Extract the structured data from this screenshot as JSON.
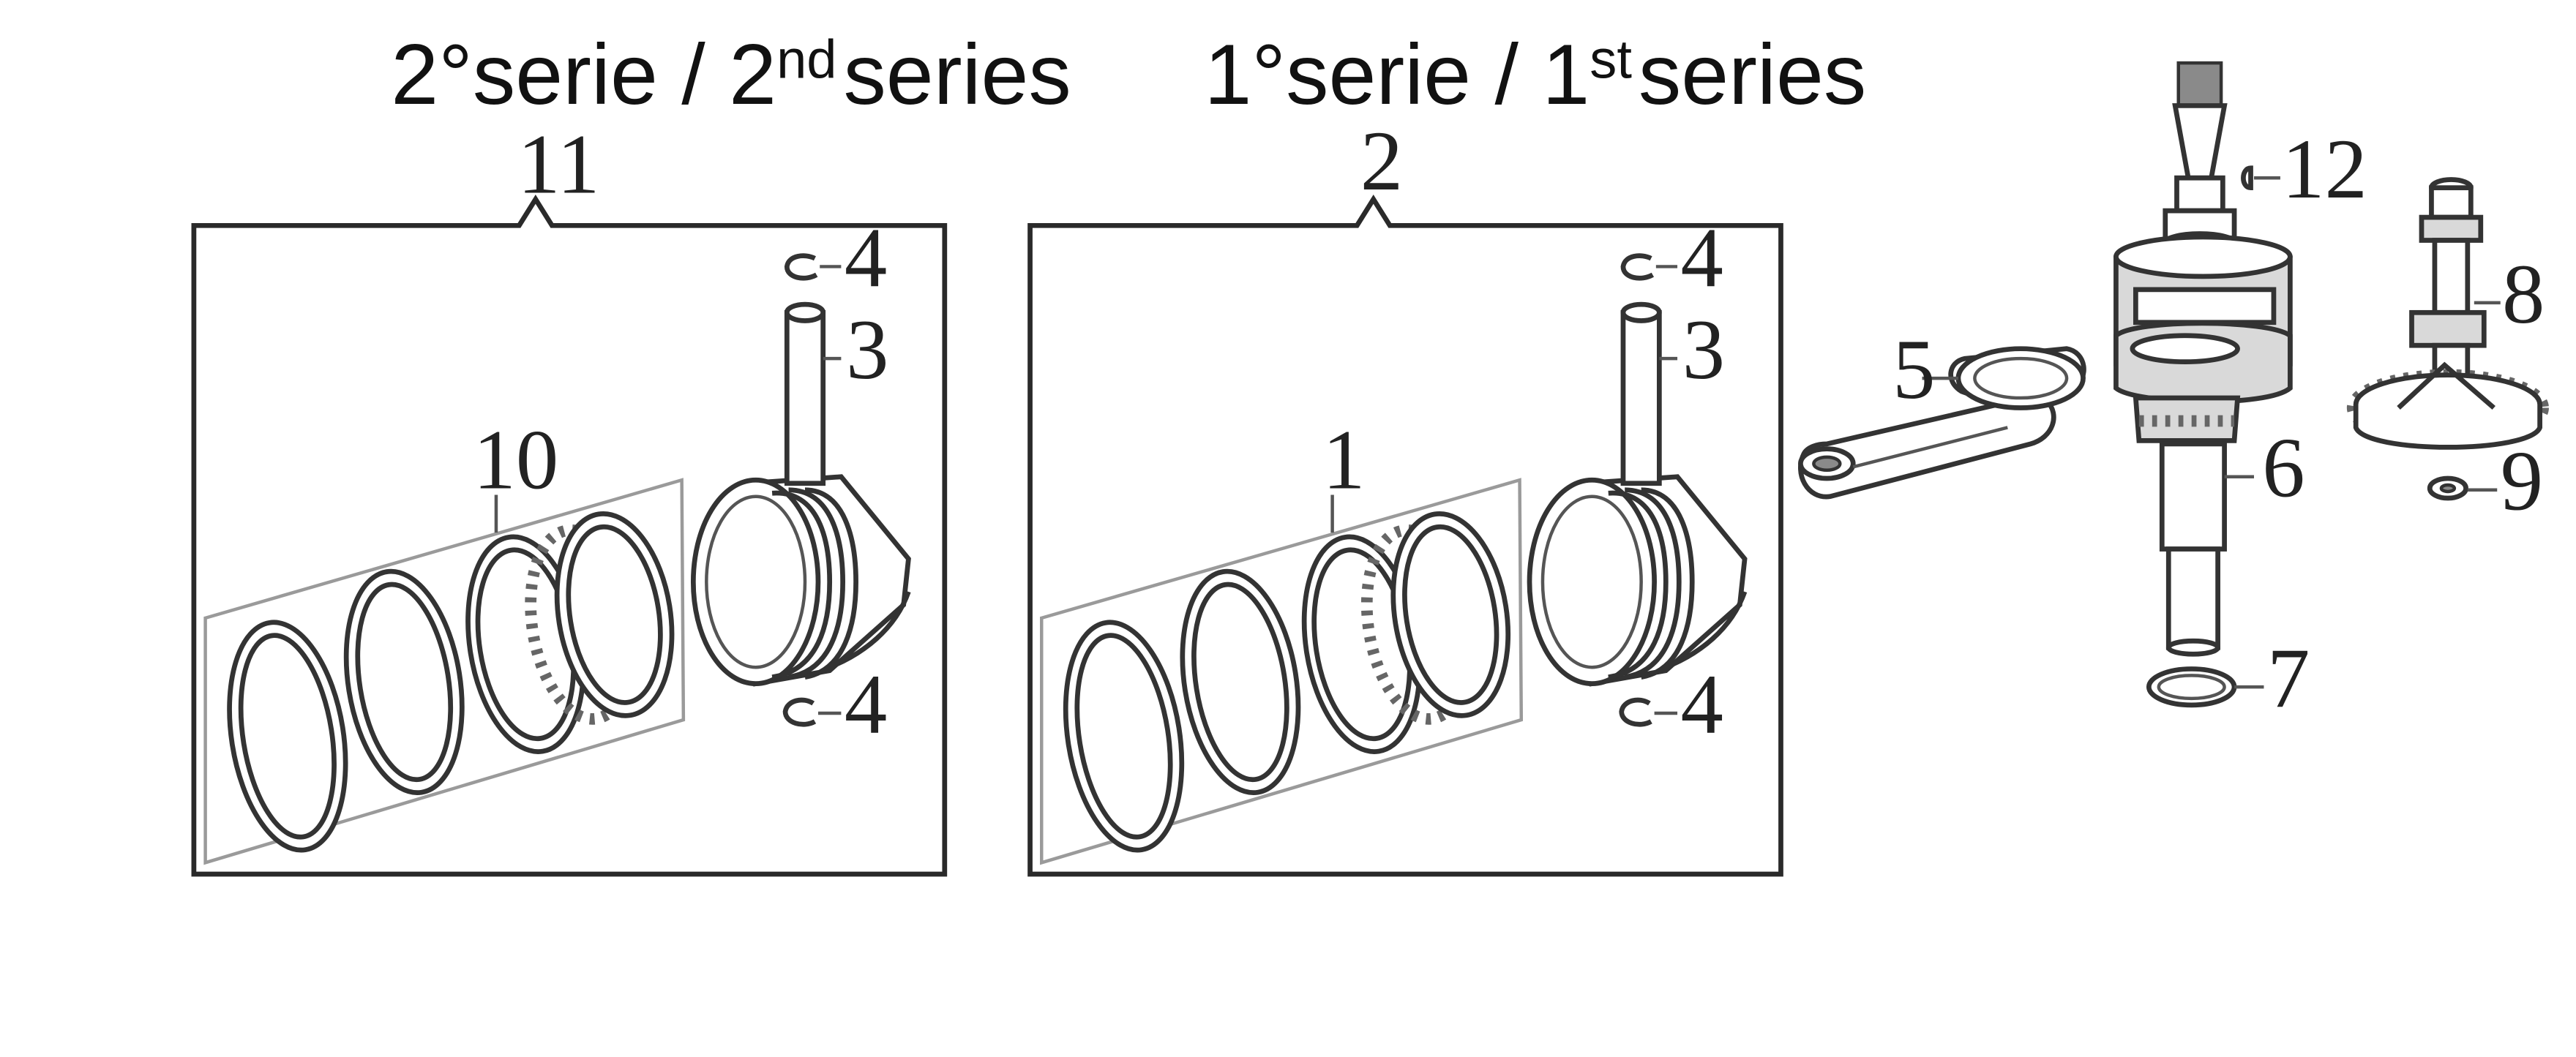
{
  "titles": {
    "second_series": {
      "main": "2°serie / 2",
      "sup": "nd",
      "tail": "series"
    },
    "first_series": {
      "main": "1°serie / 1",
      "sup": "st",
      "tail": "series"
    }
  },
  "callouts": {
    "group_second_series": "11",
    "group_first_series": "2",
    "ring_set_second_series": "10",
    "ring_set_first_series": "1",
    "piston_pin": "3",
    "circlip": "4",
    "connecting_rod": "5",
    "crankshaft": "6",
    "oil_seal": "7",
    "camshaft": "8",
    "washer": "9",
    "key": "12"
  },
  "icons": {
    "piston": "piston-icon",
    "piston_rings": "piston-ring-icon",
    "piston_pin": "piston-pin-icon",
    "circlip": "circlip-icon",
    "connecting_rod": "connecting-rod-icon",
    "crankshaft": "crankshaft-icon",
    "camshaft": "camshaft-gear-icon",
    "washer": "washer-icon",
    "oil_seal": "oil-seal-icon",
    "key": "woodruff-key-icon"
  }
}
